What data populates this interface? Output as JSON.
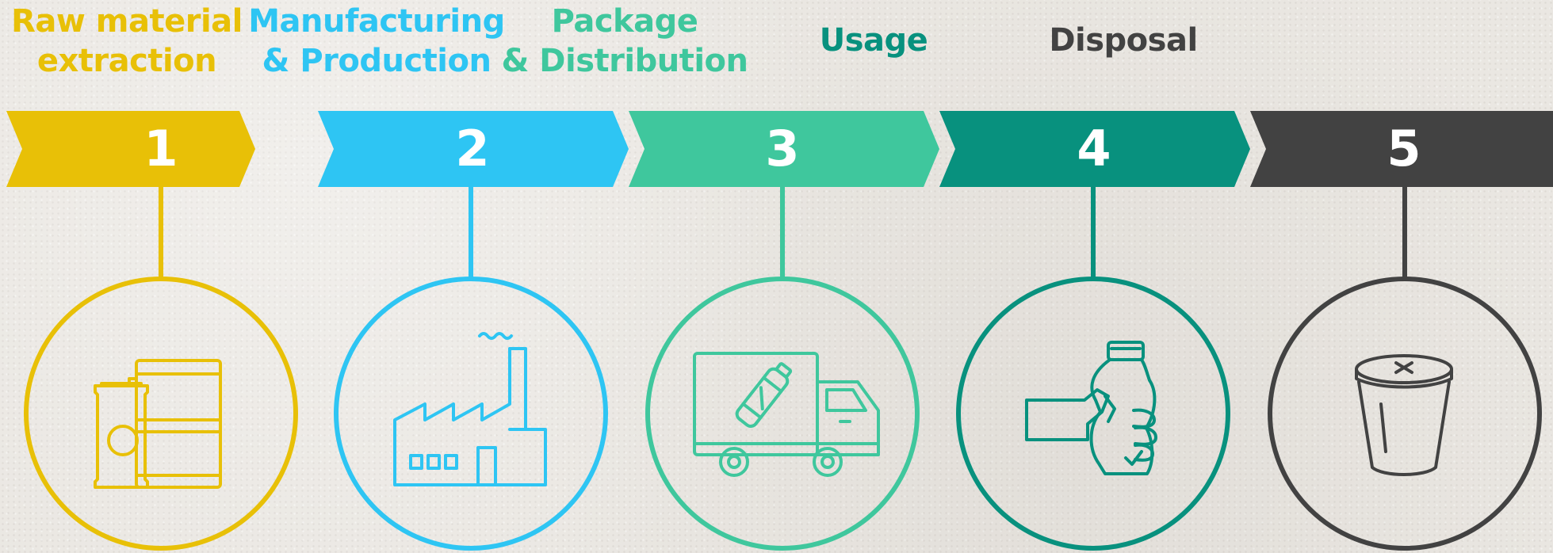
{
  "stages": [
    {
      "number": "1",
      "title_lines": [
        "Raw material",
        "extraction"
      ],
      "color": "#e8c007",
      "icon": "barrels-and-sacks-icon"
    },
    {
      "number": "2",
      "title_lines": [
        "Manufacturing",
        "& Production"
      ],
      "color": "#2ec5f3",
      "icon": "factory-icon"
    },
    {
      "number": "3",
      "title_lines": [
        "Package",
        "& Distribution"
      ],
      "color": "#3fc79d",
      "icon": "delivery-truck-icon"
    },
    {
      "number": "4",
      "title_lines": [
        "Usage"
      ],
      "color": "#08917e",
      "icon": "hand-squeezing-bottle-icon"
    },
    {
      "number": "5",
      "title_lines": [
        "Disposal"
      ],
      "color": "#424242",
      "icon": "trash-cup-icon"
    }
  ]
}
